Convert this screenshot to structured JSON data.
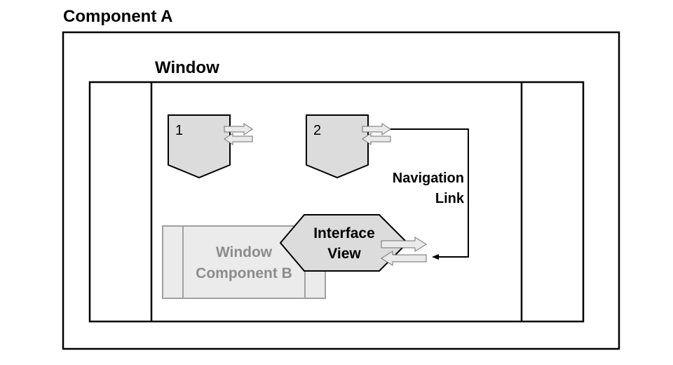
{
  "component_a": {
    "title": "Component A"
  },
  "window": {
    "title": "Window"
  },
  "views": [
    {
      "label": "1"
    },
    {
      "label": "2"
    }
  ],
  "window_component_b": {
    "line1": "Window",
    "line2": "Component B"
  },
  "interface_view": {
    "line1": "Interface",
    "line2": "View"
  },
  "navigation_link": {
    "line1": "Navigation",
    "line2": "Link"
  },
  "colors": {
    "frame": "#000000",
    "view_fill": "#dcdcdc",
    "plug_fill": "#eaeaea",
    "plug_stroke": "#707070",
    "component_b_fill": "#ebebeb",
    "component_b_stroke": "#a0a0a0",
    "component_b_text": "#8c8c8c"
  }
}
